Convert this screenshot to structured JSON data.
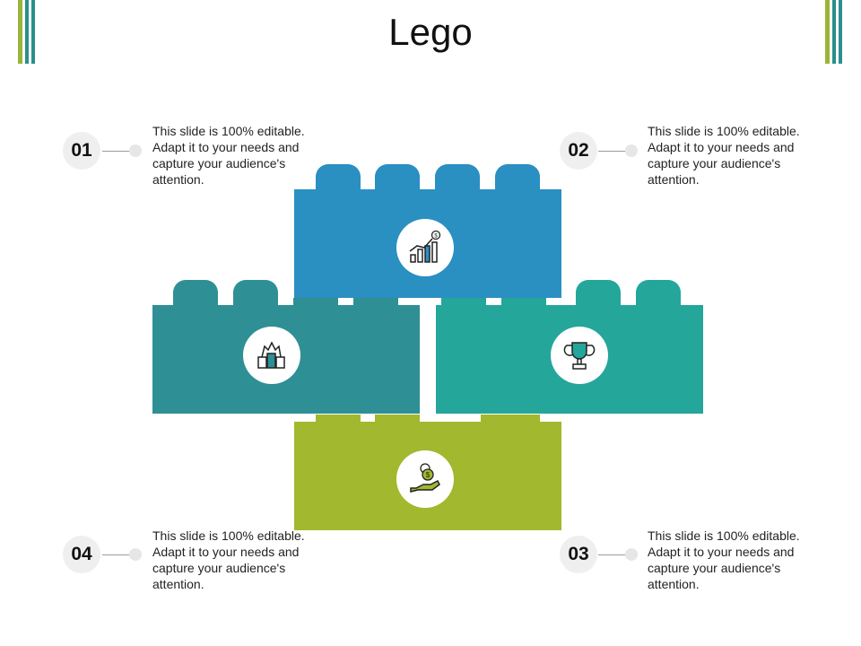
{
  "title": "Lego",
  "colors": {
    "blue": "#2a8fc1",
    "teal_dark": "#2e9095",
    "teal": "#24a69a",
    "green": "#a2b82e",
    "bar_green": "#9ab537",
    "bar_teal": "#2a8f8a"
  },
  "items": [
    {
      "number": "01",
      "text": "This slide is 100% editable. Adapt it to your needs and capture your audience's attention."
    },
    {
      "number": "02",
      "text": "This slide is 100% editable. Adapt it to your needs and capture your audience's attention."
    },
    {
      "number": "03",
      "text": "This slide is 100% editable. Adapt it to your needs and capture your audience's attention."
    },
    {
      "number": "04",
      "text": "This slide is 100% editable. Adapt it to your needs and capture your audience's attention."
    }
  ],
  "icons": {
    "top": "growth-chart-icon",
    "left": "teamwork-hands-icon",
    "right": "trophy-icon",
    "bottom": "money-hand-icon"
  }
}
